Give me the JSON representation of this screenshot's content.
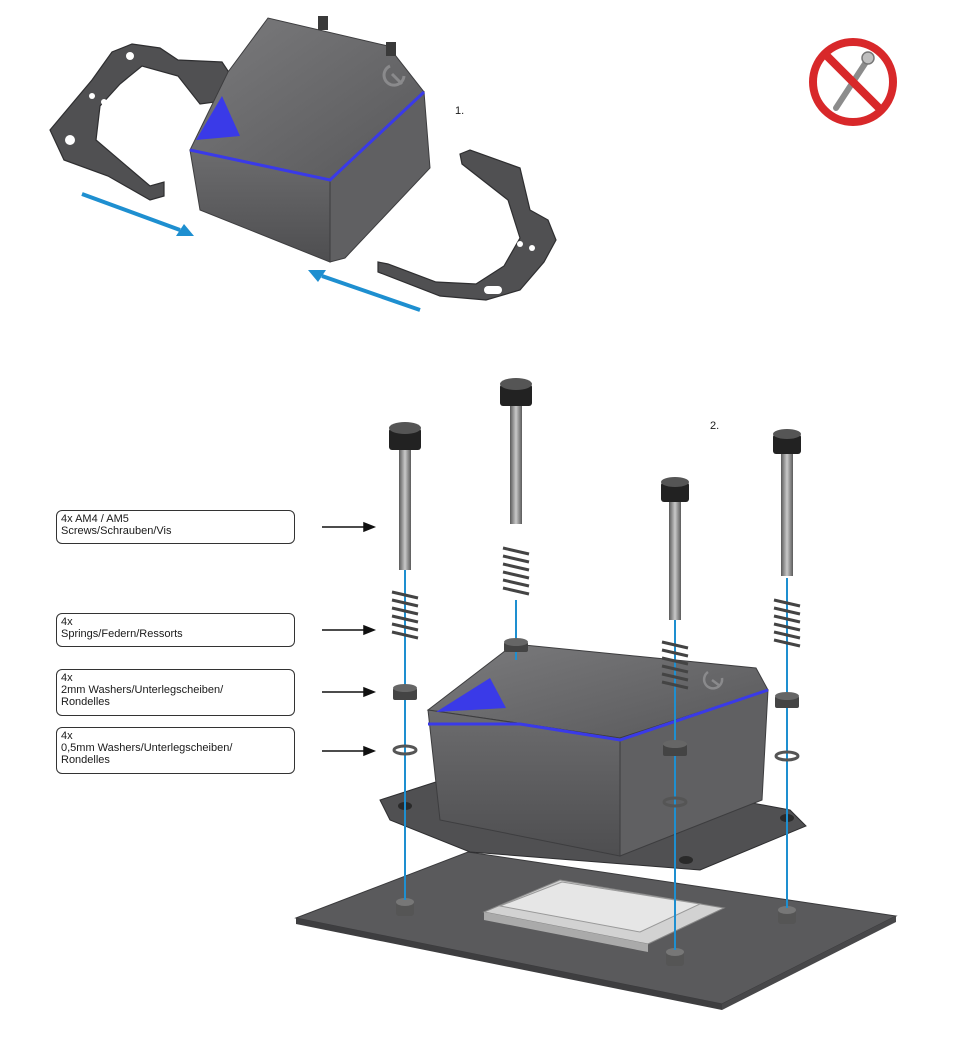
{
  "steps": {
    "step1": "1.",
    "step2": "2."
  },
  "labels": {
    "screws": "4x AM4 / AM5\nScrews/Schrauben/Vis",
    "springs": "4x\nSprings/Federn/Ressorts",
    "washers_2mm": "4x\n2mm Washers/Unterlegscheiben/\nRondelles",
    "washers_05mm": "4x\n0,5mm Washers/Unterlegscheiben/\nRondelles"
  },
  "icons": {
    "no_tool": "no-wrench-icon",
    "logo": "logo-icon"
  },
  "colors": {
    "arrow_blue": "#1e8fd0",
    "led_blue": "#3a3ae8",
    "prohibit_red": "#d8282a",
    "body_gray": "#5c5c5e"
  }
}
